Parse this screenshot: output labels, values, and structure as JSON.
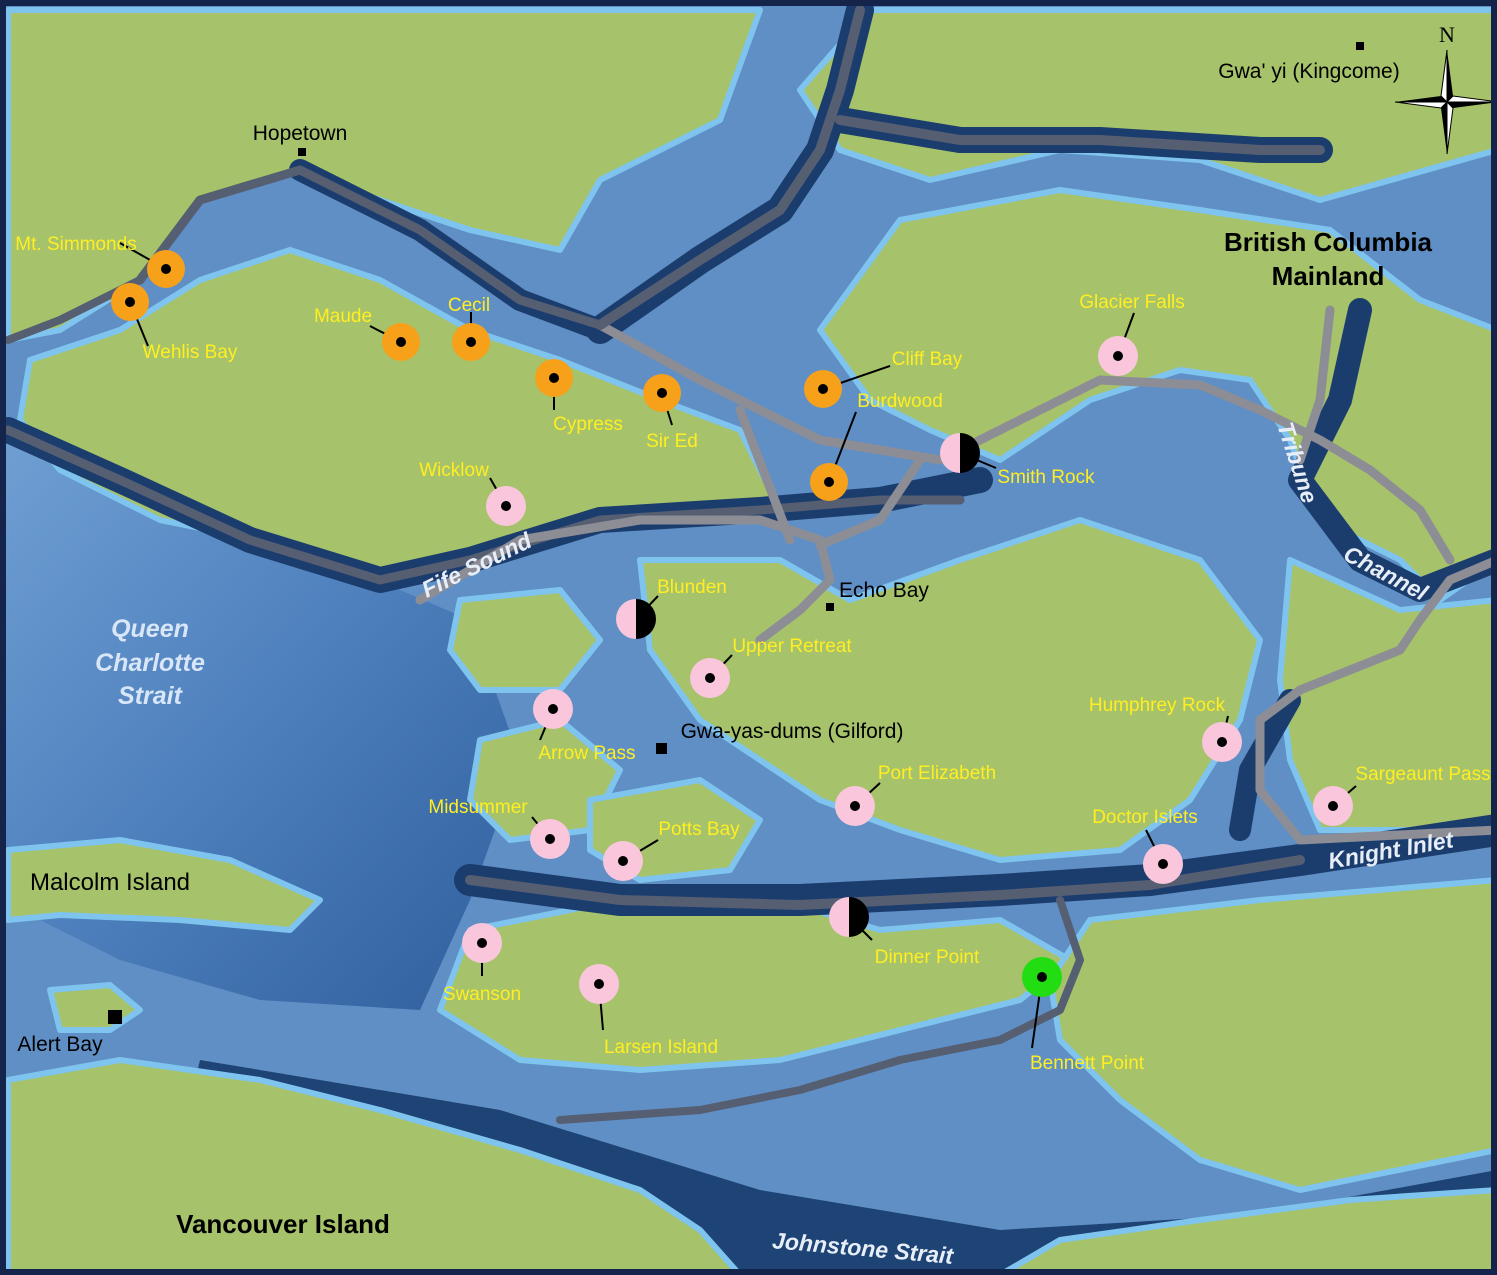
{
  "colors": {
    "land": "#a6c26a",
    "land_stroke": "#8faa58",
    "deep_water": "#1b3d6e",
    "mid_water": "#3f74b0",
    "shallow_water": "#7fc4ee",
    "strait": "#5f8fc5",
    "route": "#8d8d95",
    "route_dark": "#565e72",
    "site_label": "#ffee22",
    "orange": "#f7a11a",
    "pink": "#f9c6dc",
    "green": "#22dd11",
    "black": "#000000"
  },
  "compass": {
    "north_label": "N"
  },
  "regions": {
    "bc_mainland_line1": "British Columbia",
    "bc_mainland_line2": "Mainland",
    "vancouver_island": "Vancouver Island",
    "malcolm_island": "Malcolm Island"
  },
  "water_bodies": {
    "qc_strait_line1": "Queen",
    "qc_strait_line2": "Charlotte",
    "qc_strait_line3": "Strait",
    "fife_sound": "Fife Sound",
    "tribune_channel_1": "Tribune",
    "tribune_channel_2": "Channel",
    "knight_inlet": "Knight Inlet",
    "johnstone_strait": "Johnstone Strait"
  },
  "towns": [
    {
      "name": "Gwa' yi (Kingcome)"
    },
    {
      "name": "Hopetown"
    },
    {
      "name": "Echo Bay"
    },
    {
      "name": "Gwa-yas-dums (Gilford)"
    },
    {
      "name": "Alert Bay"
    }
  ],
  "sites": [
    {
      "name": "Mt. Simmonds",
      "category": "orange"
    },
    {
      "name": "Wehlis Bay",
      "category": "orange"
    },
    {
      "name": "Maude",
      "category": "orange"
    },
    {
      "name": "Cecil",
      "category": "orange"
    },
    {
      "name": "Cypress",
      "category": "orange"
    },
    {
      "name": "Sir Ed",
      "category": "orange"
    },
    {
      "name": "Cliff Bay",
      "category": "orange"
    },
    {
      "name": "Burdwood",
      "category": "orange"
    },
    {
      "name": "Glacier Falls",
      "category": "pink"
    },
    {
      "name": "Smith Rock",
      "category": "half"
    },
    {
      "name": "Wicklow",
      "category": "pink"
    },
    {
      "name": "Blunden",
      "category": "half"
    },
    {
      "name": "Upper Retreat",
      "category": "pink"
    },
    {
      "name": "Arrow Pass",
      "category": "pink"
    },
    {
      "name": "Humphrey Rock",
      "category": "pink"
    },
    {
      "name": "Sargeaunt Pass",
      "category": "pink"
    },
    {
      "name": "Port Elizabeth",
      "category": "pink"
    },
    {
      "name": "Doctor Islets",
      "category": "pink"
    },
    {
      "name": "Midsummer",
      "category": "pink"
    },
    {
      "name": "Potts Bay",
      "category": "pink"
    },
    {
      "name": "Dinner Point",
      "category": "half"
    },
    {
      "name": "Swanson",
      "category": "pink"
    },
    {
      "name": "Larsen Island",
      "category": "pink"
    },
    {
      "name": "Bennett Point",
      "category": "green"
    }
  ]
}
